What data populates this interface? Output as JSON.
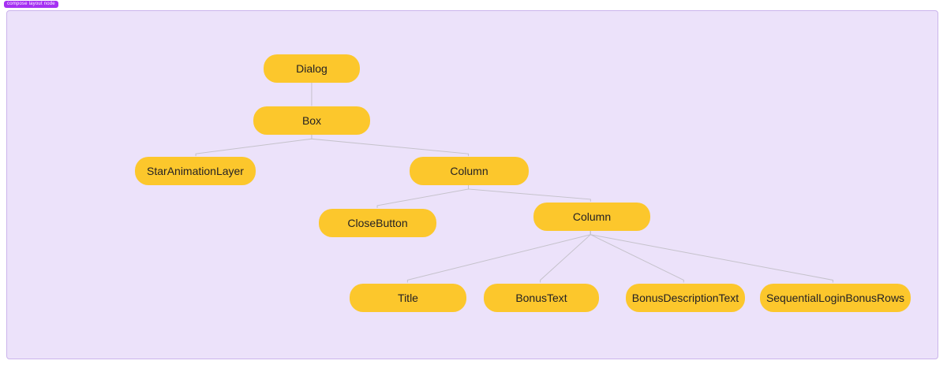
{
  "badge": {
    "label": "compose layout node"
  },
  "colors": {
    "node_fill": "#fcc72c",
    "node_text": "#242124",
    "canvas_bg": "#ece2fa",
    "canvas_border": "#cbb4ec",
    "edge": "#c5c2cb",
    "badge_bg": "#a531f2",
    "badge_text": "#ffffff"
  },
  "nodes": [
    {
      "id": "dialog",
      "label": "Dialog",
      "parent": null
    },
    {
      "id": "box",
      "label": "Box",
      "parent": "dialog"
    },
    {
      "id": "star-animation-layer",
      "label": "StarAnimationLayer",
      "parent": "box"
    },
    {
      "id": "column-1",
      "label": "Column",
      "parent": "box"
    },
    {
      "id": "close-button",
      "label": "CloseButton",
      "parent": "column-1"
    },
    {
      "id": "column-2",
      "label": "Column",
      "parent": "column-1"
    },
    {
      "id": "title",
      "label": "Title",
      "parent": "column-2"
    },
    {
      "id": "bonus-text",
      "label": "BonusText",
      "parent": "column-2"
    },
    {
      "id": "bonus-description-text",
      "label": "BonusDescriptionText",
      "parent": "column-2"
    },
    {
      "id": "sequential-login-bonus-rows",
      "label": "SequentialLoginBonusRows",
      "parent": "column-2"
    }
  ]
}
